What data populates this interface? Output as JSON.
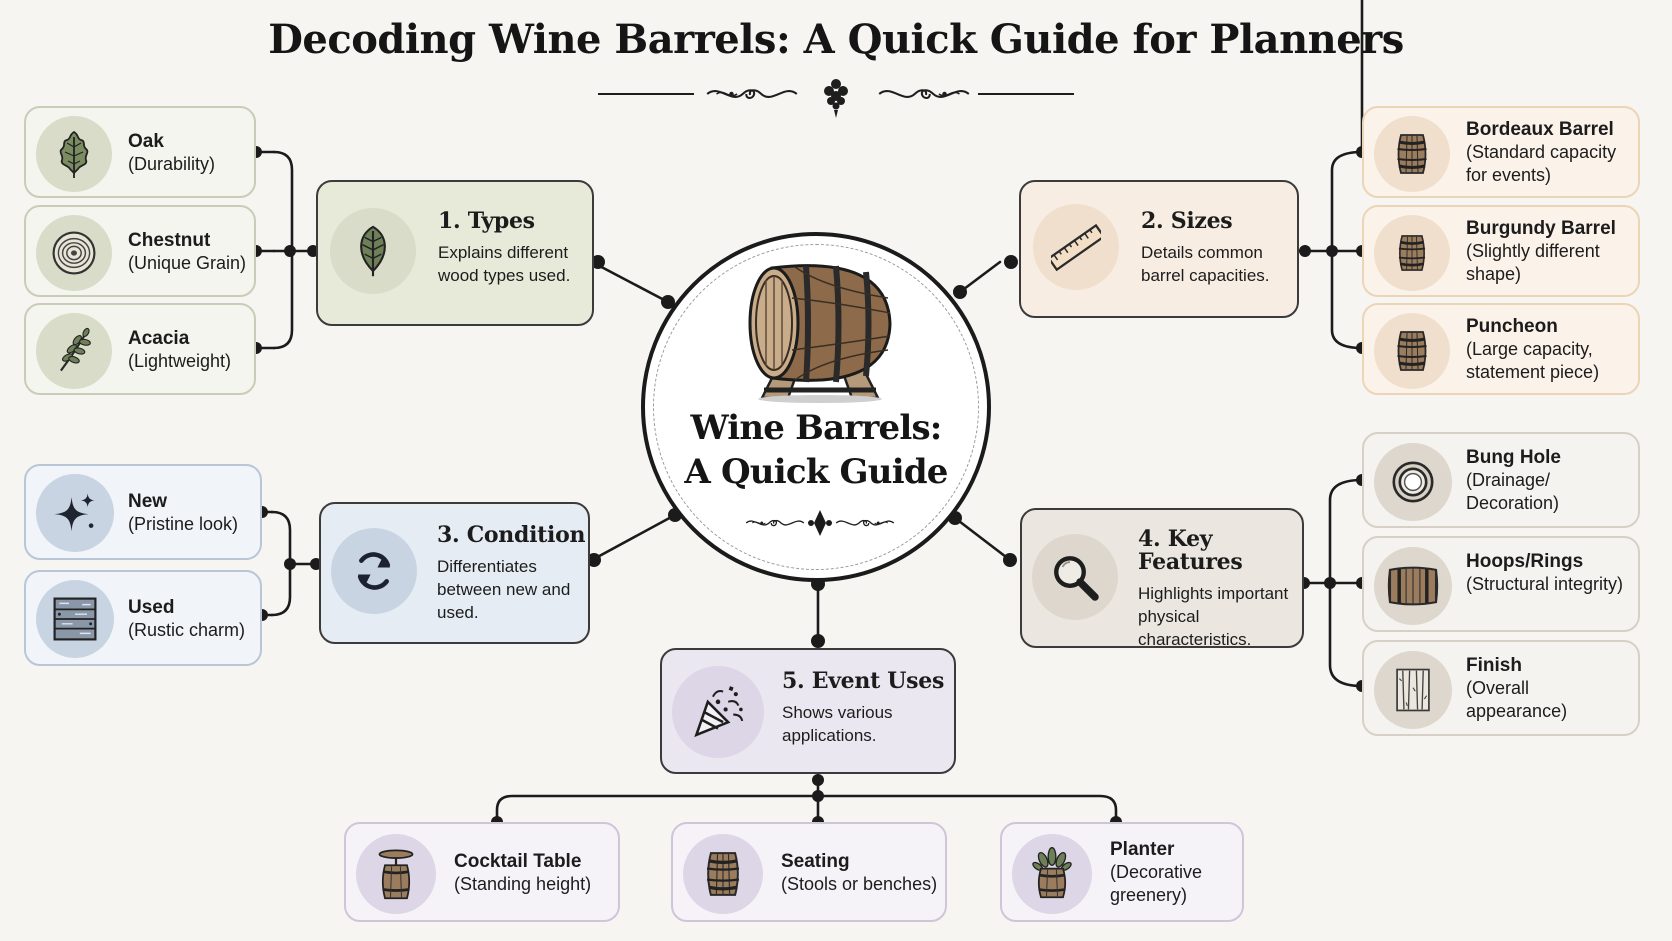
{
  "title": "Decoding Wine Barrels: A Quick Guide for Planners",
  "center": {
    "line1": "Wine Barrels:",
    "line2": "A Quick Guide"
  },
  "hubs": {
    "types": {
      "name": "1. Types",
      "desc": "Explains different wood types used."
    },
    "sizes": {
      "name": "2. Sizes",
      "desc": "Details common barrel capacities."
    },
    "condition": {
      "name": "3. Condition",
      "desc": "Differentiates between new and used."
    },
    "features": {
      "name": "4. Key Features",
      "desc": "Highlights important physical characteristics."
    },
    "uses": {
      "name": "5. Event Uses",
      "desc": "Shows various applications."
    }
  },
  "leaves": {
    "oak": {
      "name": "Oak",
      "desc": "(Durability)",
      "icon": "oak-leaf-icon"
    },
    "chestnut": {
      "name": "Chestnut",
      "desc": "(Unique Grain)",
      "icon": "wood-grain-icon"
    },
    "acacia": {
      "name": "Acacia",
      "desc": "(Lightweight)",
      "icon": "acacia-sprig-icon"
    },
    "bordeaux": {
      "name": "Bordeaux Barrel",
      "desc": "(Standard capacity for events)",
      "icon": "barrel-icon"
    },
    "burgundy": {
      "name": "Burgundy Barrel",
      "desc": "(Slightly different shape)",
      "icon": "barrel-icon"
    },
    "puncheon": {
      "name": "Puncheon",
      "desc": "(Large capacity, statement piece)",
      "icon": "barrel-icon"
    },
    "new": {
      "name": "New",
      "desc": "(Pristine look)",
      "icon": "sparkle-icon"
    },
    "used": {
      "name": "Used",
      "desc": "(Rustic charm)",
      "icon": "weathered-wood-icon"
    },
    "bung": {
      "name": "Bung Hole",
      "desc": "(Drainage/ Decoration)",
      "icon": "bung-hole-icon"
    },
    "hoops": {
      "name": "Hoops/Rings",
      "desc": "(Structural integrity)",
      "icon": "hoops-icon"
    },
    "finish": {
      "name": "Finish",
      "desc": "(Overall appearance)",
      "icon": "wood-finish-icon"
    },
    "cocktail": {
      "name": "Cocktail Table",
      "desc": "(Standing height)",
      "icon": "barrel-table-icon"
    },
    "seating": {
      "name": "Seating",
      "desc": "(Stools or benches)",
      "icon": "barrel-icon"
    },
    "planter": {
      "name": "Planter",
      "desc": "(Decorative greenery)",
      "icon": "barrel-planter-icon"
    }
  },
  "colors": {
    "green": "#e7ead9",
    "orange": "#f7ede2",
    "blue": "#e5ecf3",
    "tan": "#ebe7e0",
    "purple": "#ebe7f0",
    "line": "#1b1b1b"
  }
}
